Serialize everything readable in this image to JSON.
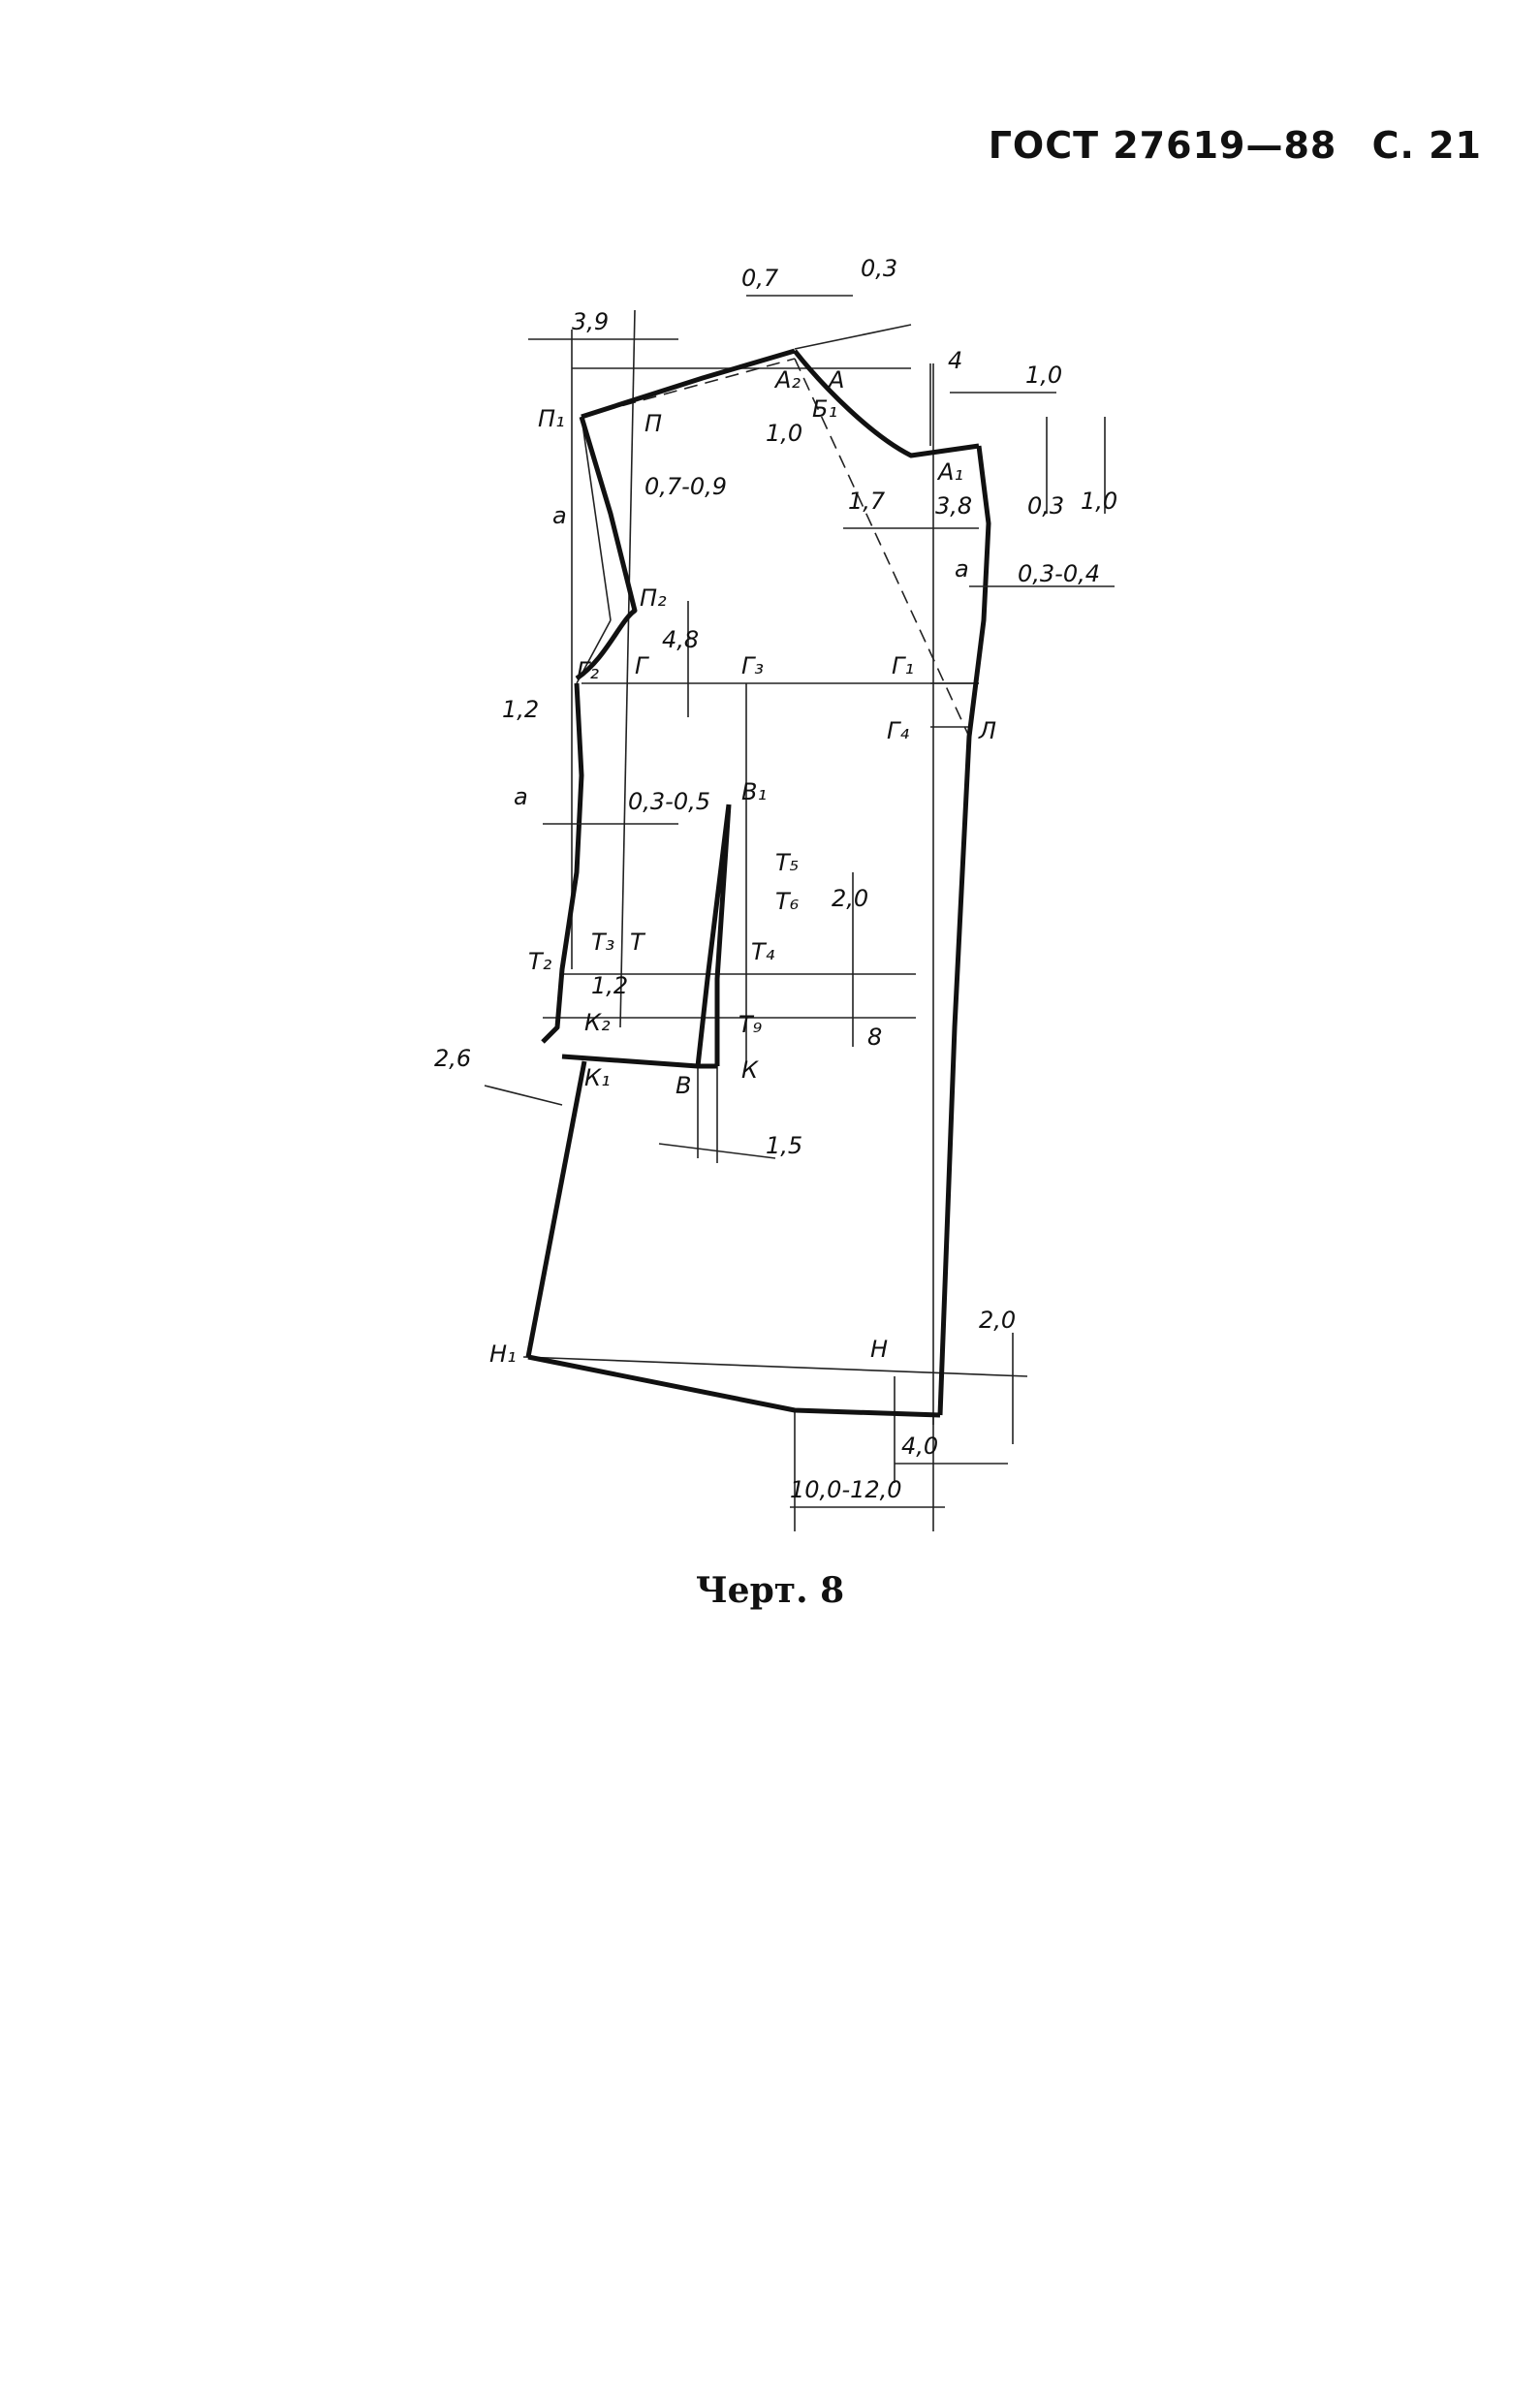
{
  "header": {
    "standard": "ГОСТ 27619—88",
    "page": "С. 21"
  },
  "caption": "Черт. 8",
  "points": {
    "P1": "П₁",
    "P": "П",
    "P2": "П₂",
    "A2": "А₂",
    "A": "А",
    "B1": "Б₁",
    "A1": "А₁",
    "A4": "4",
    "G": "Г",
    "G2": "Г₂",
    "G3": "Г₃",
    "G1": "Г₁",
    "G4": "Г₄",
    "L": "Л",
    "V1": "В₁",
    "T5": "Т₅",
    "T6": "Т₆",
    "T4": "Т₄",
    "T2": "Т₂",
    "T3": "Т₃",
    "T": "Т",
    "T9": "Т₉",
    "K2": "К₂",
    "K1": "К₁",
    "V": "В",
    "K": "К",
    "H1": "Н₁",
    "H": "Н",
    "a_left": "а",
    "a_arm": "а",
    "a_right": "а"
  },
  "dimensions": {
    "d_3_9": "3,9",
    "d_0_7": "0,7",
    "d_0_3_top": "0,3",
    "d_1_0_neck": "1,0",
    "d_1_0_right": "1,0",
    "d_0_7_0_9": "0,7-0,9",
    "d_1_7": "1,7",
    "d_3_8": "3,8",
    "d_0_3_side": "0,3",
    "d_1_0_side": "1,0",
    "d_0_3_0_4": "0,3-0,4",
    "d_4_8": "4,8",
    "d_1_2_arm": "1,2",
    "d_0_3_0_5": "0,3-0,5",
    "d_2_0_dart": "2,0",
    "d_8": "8",
    "d_1_2_waist": "1,2",
    "d_2_6": "2,6",
    "d_1_5": "1,5",
    "d_2_0_hem": "2,0",
    "d_4_0": "4,0",
    "d_10_12": "10,0-12,0"
  }
}
